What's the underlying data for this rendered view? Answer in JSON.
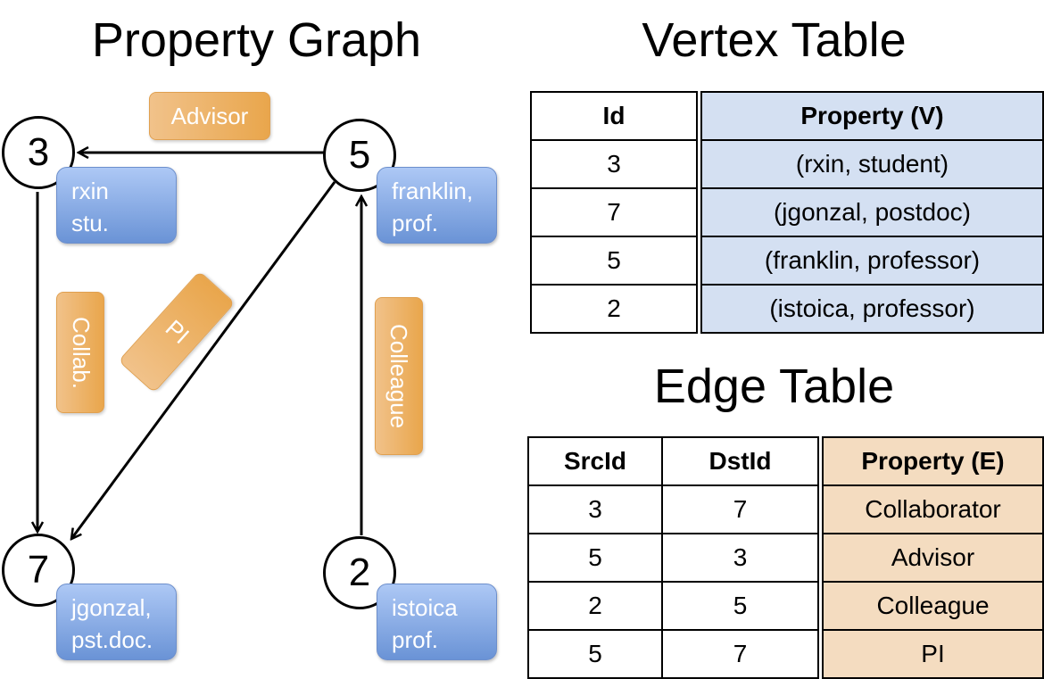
{
  "graph": {
    "title": "Property Graph",
    "vertices": [
      {
        "id": "3",
        "line1": "rxin",
        "line2": "stu."
      },
      {
        "id": "5",
        "line1": "franklin,",
        "line2": "prof."
      },
      {
        "id": "7",
        "line1": "jgonzal,",
        "line2": "pst.doc."
      },
      {
        "id": "2",
        "line1": "istoica",
        "line2": "prof."
      }
    ],
    "edges": {
      "advisor": "Advisor",
      "collab": "Collab.",
      "pi": "PI",
      "colleague": "Colleague"
    },
    "colors": {
      "vertex_box": "#7fa3e0",
      "edge_box": "#eca955"
    }
  },
  "vertex_table": {
    "title": "Vertex Table",
    "headers": [
      "Id",
      "Property (V)"
    ],
    "rows": [
      [
        "3",
        "(rxin, student)"
      ],
      [
        "7",
        "(jgonzal, postdoc)"
      ],
      [
        "5",
        "(franklin, professor)"
      ],
      [
        "2",
        "(istoica, professor)"
      ]
    ],
    "color": "#d4e0f2"
  },
  "edge_table": {
    "title": "Edge Table",
    "headers": [
      "SrcId",
      "DstId",
      "Property (E)"
    ],
    "rows": [
      [
        "3",
        "7",
        "Collaborator"
      ],
      [
        "5",
        "3",
        "Advisor"
      ],
      [
        "2",
        "5",
        "Colleague"
      ],
      [
        "5",
        "7",
        "PI"
      ]
    ],
    "color": "#f4dcc0"
  }
}
